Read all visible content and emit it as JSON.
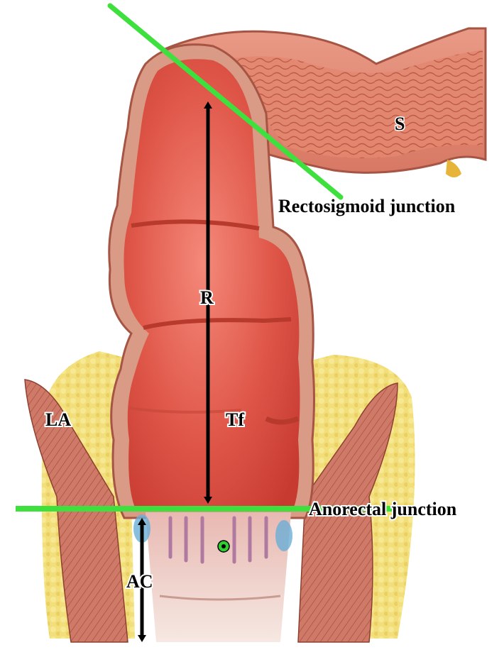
{
  "labels": {
    "sigmoid": "S",
    "rectosigmoid": "Rectosigmoid junction",
    "rectum": "R",
    "transverse_fold": "Tf",
    "levator_ani": "LA",
    "anorectal": "Anorectal junction",
    "anal_canal": "AC"
  },
  "colors": {
    "junction_line": "#3ee03e",
    "arrow": "#000000",
    "mucosa": "#e04a3c",
    "wall": "#c9806a",
    "fat": "#f1d96a",
    "muscle": "#c87060"
  }
}
